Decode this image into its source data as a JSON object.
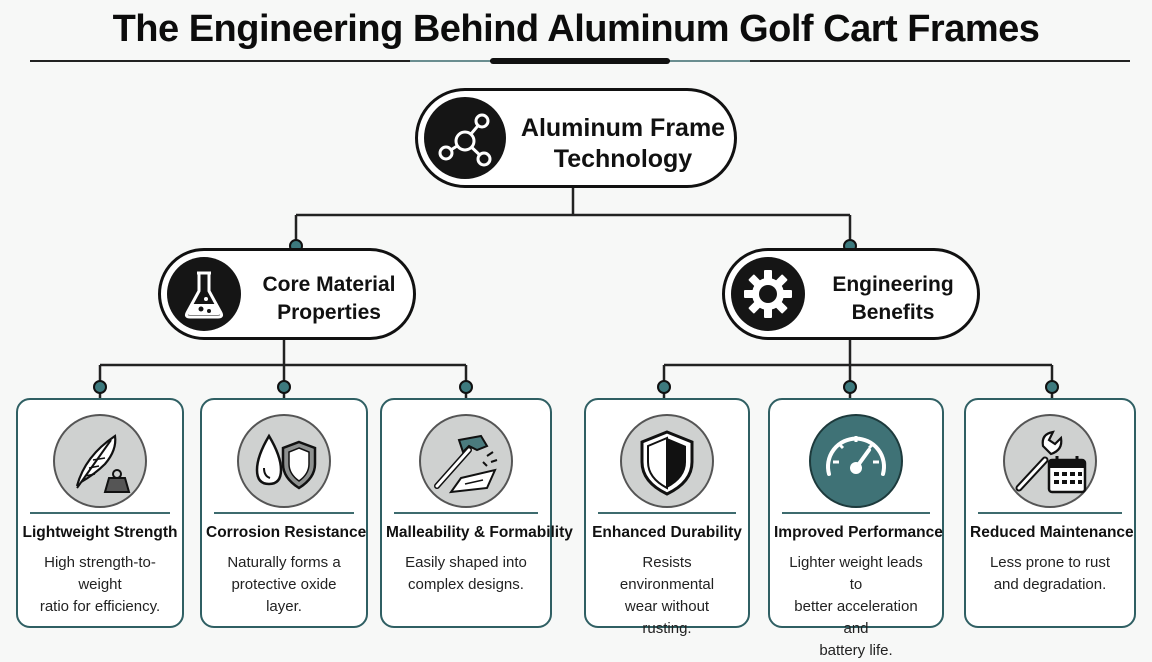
{
  "title": "The Engineering Behind Aluminum Golf Cart Frames",
  "colors": {
    "accent_teal": "#2f5f63",
    "connector_dot": "#3d7a7e",
    "dark": "#151515",
    "icon_grey": "#cfd1d0"
  },
  "root": {
    "label_line1": "Aluminum Frame",
    "label_line2": "Technology",
    "icon": "network-nodes-icon"
  },
  "categories": [
    {
      "label_line1": "Core Material",
      "label_line2": "Properties",
      "icon": "flask-icon",
      "children": [
        {
          "title": "Lightweight Strength",
          "desc_line1": "High strength-to-weight",
          "desc_line2": "ratio for efficiency.",
          "icon": "feather-and-weight-icon"
        },
        {
          "title": "Corrosion Resistance",
          "desc_line1": "Naturally forms a",
          "desc_line2": "protective oxide layer.",
          "icon": "droplet-shield-icon"
        },
        {
          "title": "Malleability & Formability",
          "desc_line1": "Easily shaped into",
          "desc_line2": "complex designs.",
          "icon": "hammer-sheet-icon"
        }
      ]
    },
    {
      "label_line1": "Engineering",
      "label_line2": "Benefits",
      "icon": "gear-icon",
      "children": [
        {
          "title": "Enhanced Durability",
          "desc_line1": "Resists environmental",
          "desc_line2": "wear without rusting.",
          "icon": "shield-icon"
        },
        {
          "title": "Improved Performance",
          "desc_line1": "Lighter weight leads to",
          "desc_line2": "better acceleration and",
          "desc_line3": "battery life.",
          "icon": "speedometer-icon"
        },
        {
          "title": "Reduced Maintenance",
          "desc_line1": "Less prone to rust",
          "desc_line2": "and degradation.",
          "icon": "wrench-calendar-icon"
        }
      ]
    }
  ]
}
